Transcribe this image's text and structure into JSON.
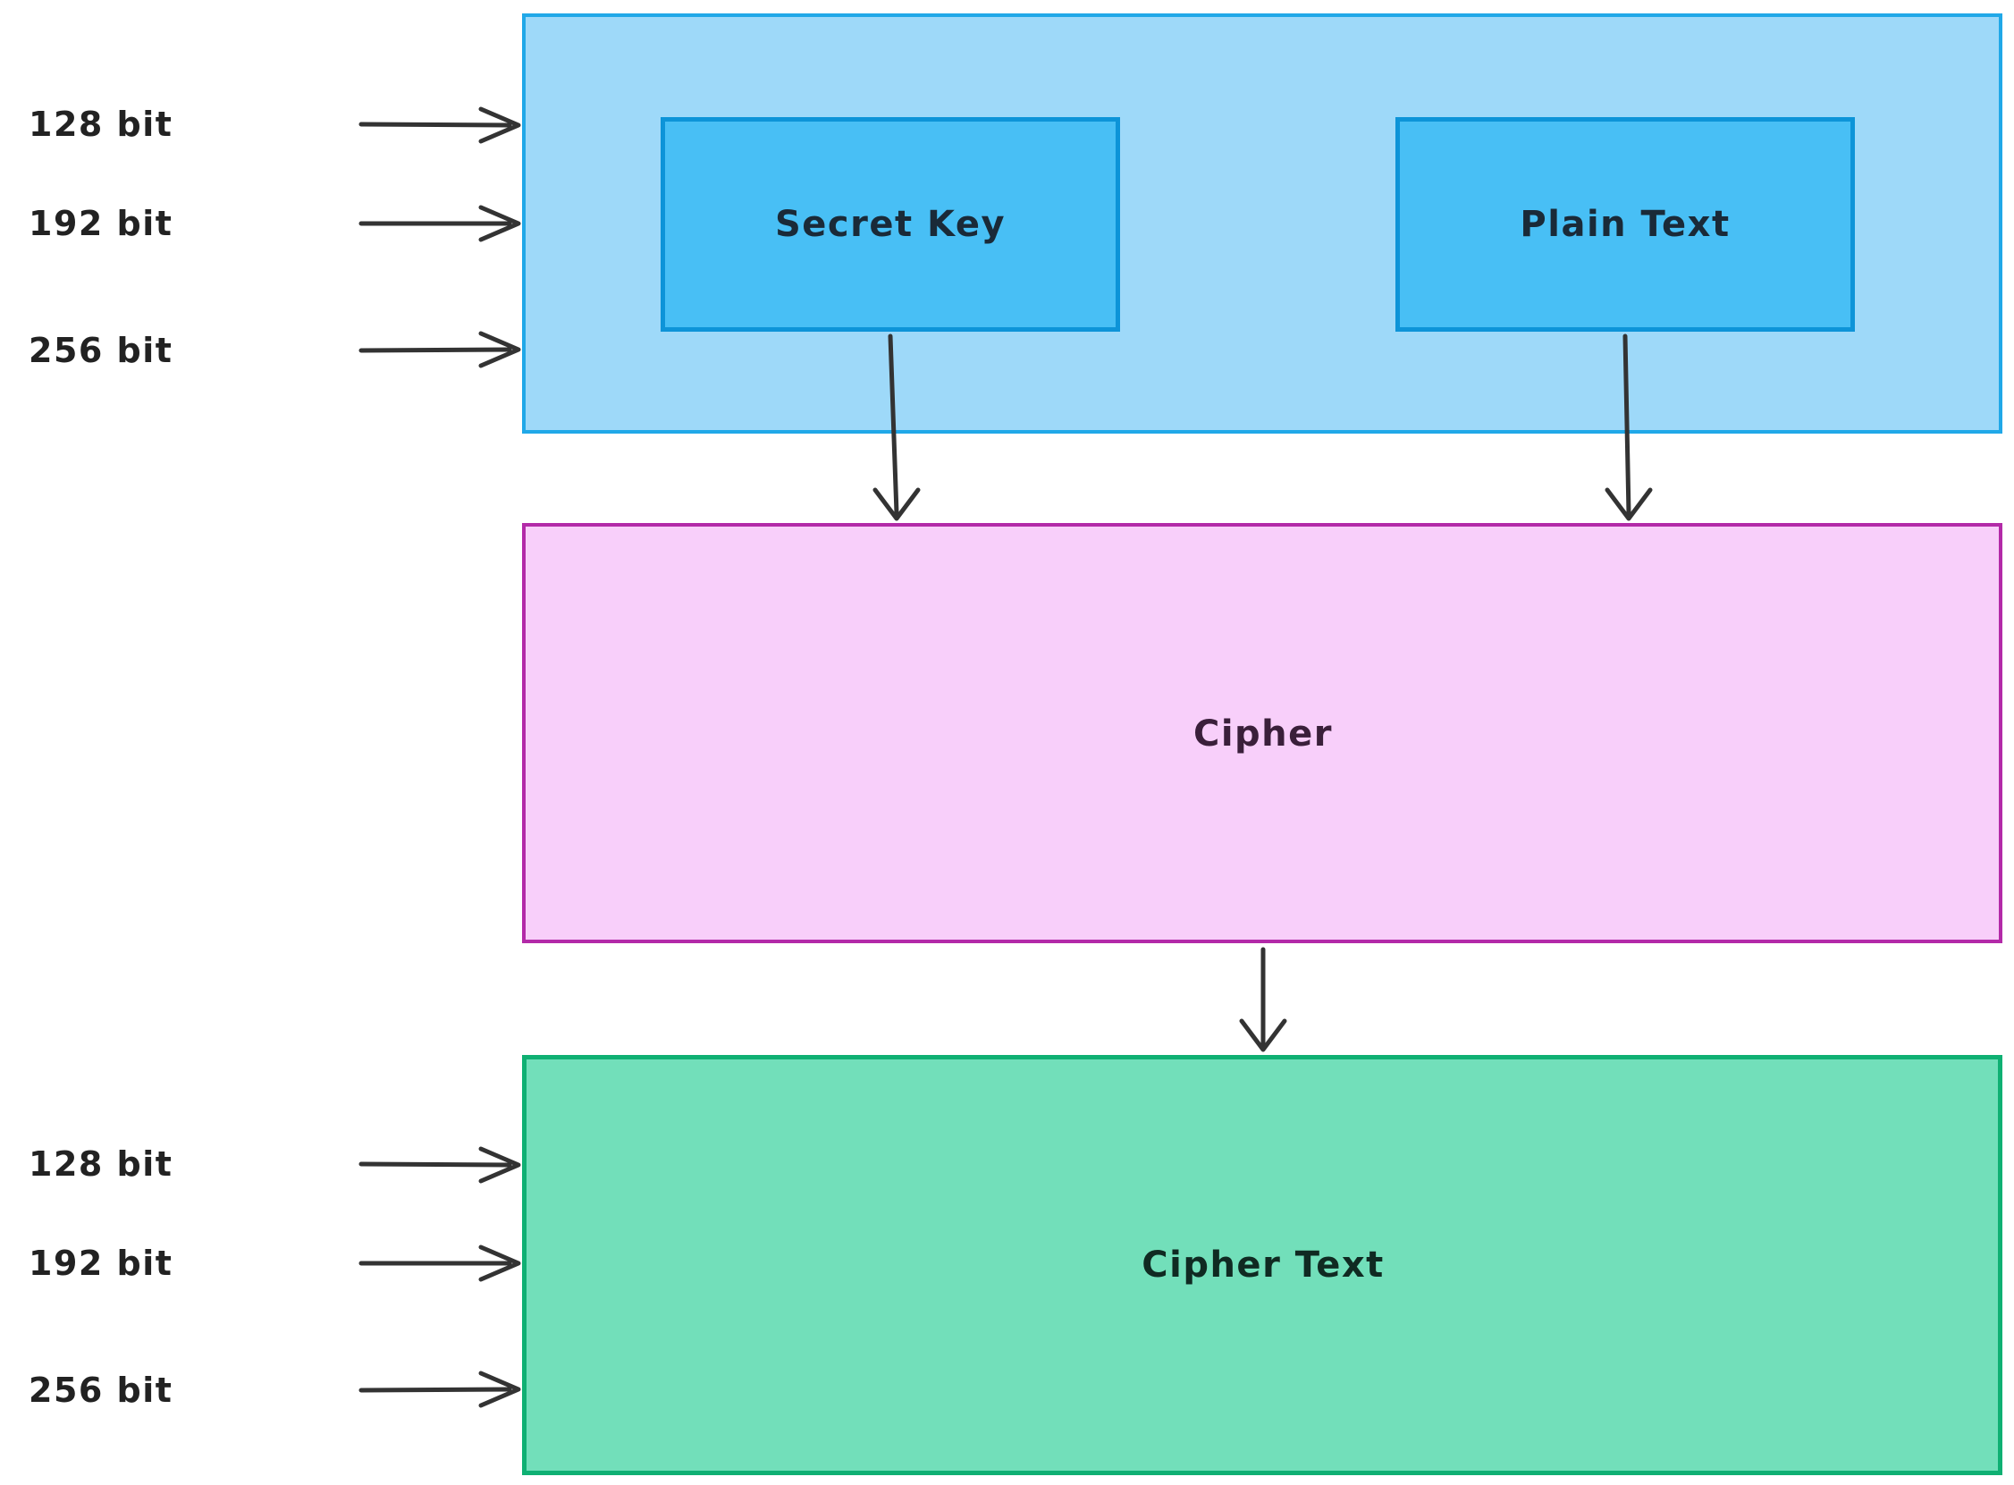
{
  "input_block": {
    "secret_key_label": "Secret Key",
    "plain_text_label": "Plain Text",
    "key_sizes": [
      "128 bit",
      "192 bit",
      "256 bit"
    ]
  },
  "cipher_block": {
    "label": "Cipher"
  },
  "output_block": {
    "label": "Cipher Text",
    "key_sizes": [
      "128 bit",
      "192 bit",
      "256 bit"
    ]
  },
  "colors": {
    "input_fill": "#9ed9f9",
    "input_border": "#20a8e8",
    "inner_box_fill": "#48bff5",
    "cipher_fill": "#f8cffa",
    "cipher_border": "#b32aa8",
    "cipher_text_fill": "#72dfba",
    "cipher_text_border": "#0fb073",
    "arrow": "#333333"
  }
}
